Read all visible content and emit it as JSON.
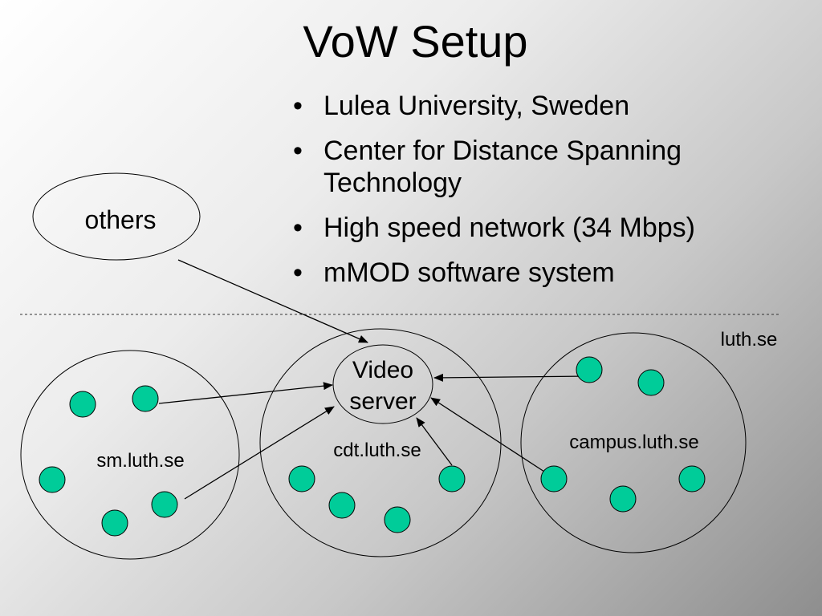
{
  "slide": {
    "title": "VoW Setup",
    "bullets": [
      "Lulea University, Sweden",
      "Center for Distance Spanning Technology",
      "High speed network (34 Mbps)",
      "mMOD software system"
    ]
  },
  "diagram": {
    "others_label": "others",
    "server_label_line1": "Video",
    "server_label_line2": "server",
    "domain_label": "luth.se",
    "networks": {
      "sm": "sm.luth.se",
      "cdt": "cdt.luth.se",
      "campus": "campus.luth.se"
    },
    "node_color": "#00cc99"
  }
}
